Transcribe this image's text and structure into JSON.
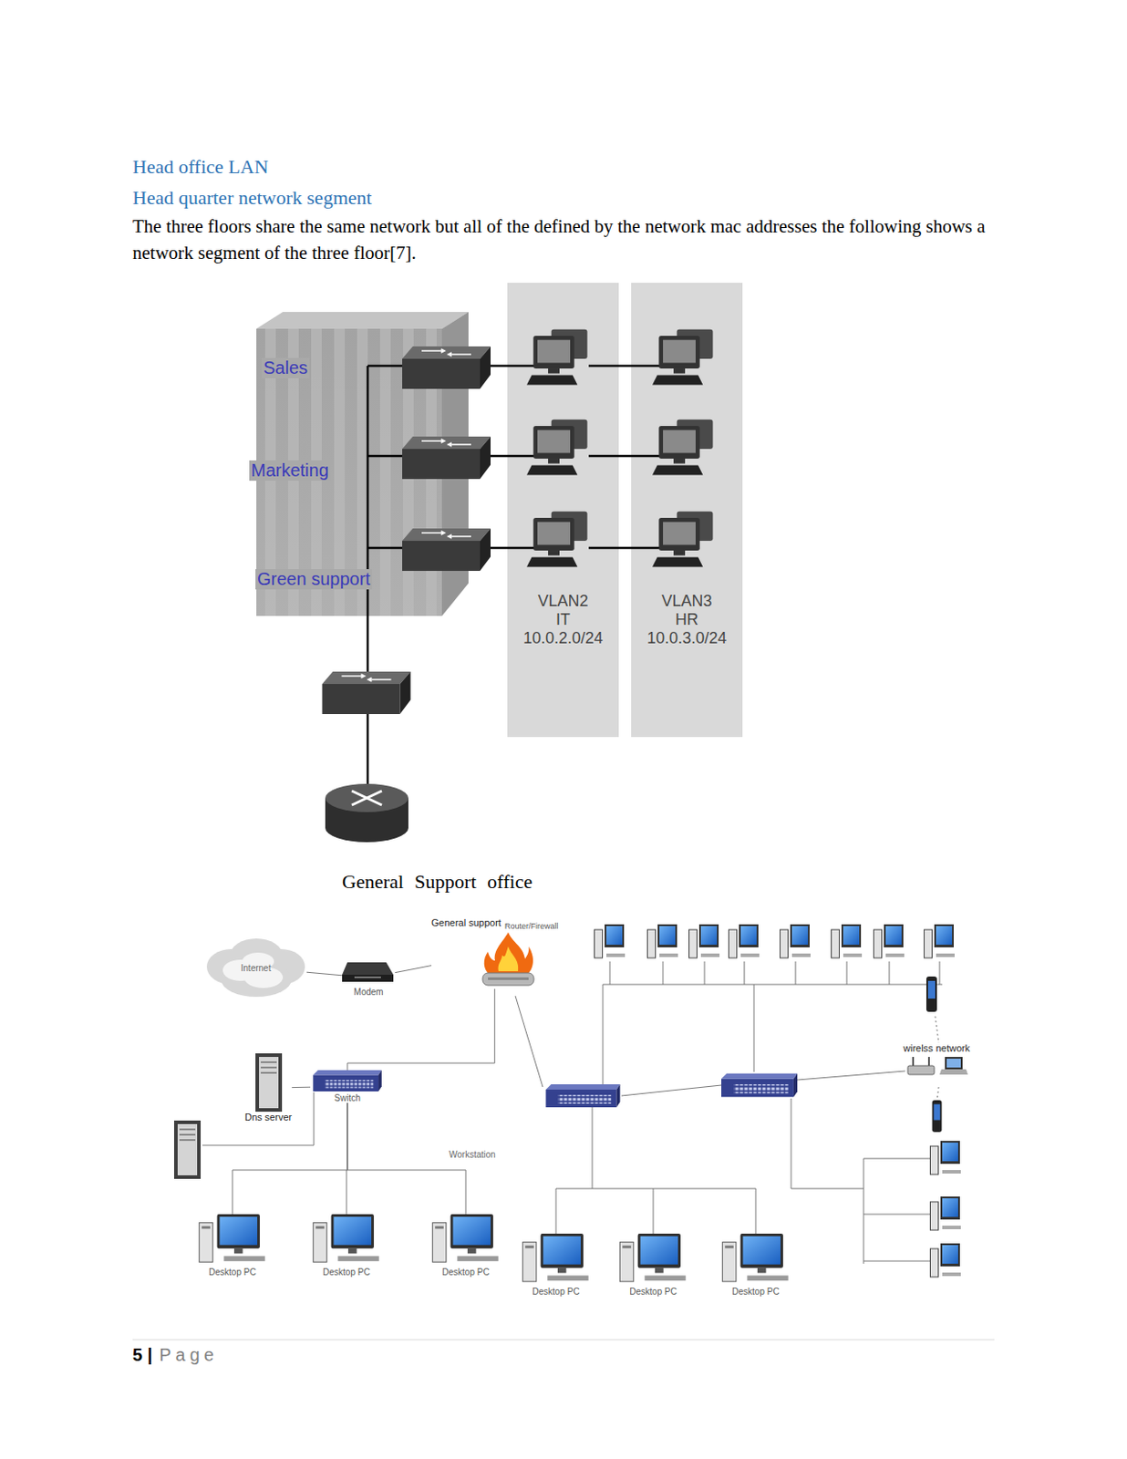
{
  "diagram": {
    "title": "Head office LAN",
    "nodes": [
      {
        "text": [
          "Sales"
        ]
      },
      {
        "text": [
          "Marketing"
        ]
      },
      {
        "text": [
          "Green support"
        ]
      },
      {
        "text": [
          "VLAN2",
          "IT",
          "10.0.2.0/24"
        ]
      },
      {
        "text": [
          "VLAN3",
          "HR",
          "10.0.3.0/24"
        ]
      },
      {
        "text": [
          "Internet"
        ]
      },
      {
        "text": [
          "Modem"
        ]
      },
      {
        "text": [
          "General support",
          "Router/Firewall"
        ]
      },
      {
        "text": [
          "Switch"
        ]
      },
      {
        "text": [
          "Dns server"
        ]
      },
      {
        "text": [
          "wirelss network"
        ]
      },
      {
        "text": [
          "Desktop PC"
        ]
      },
      {
        "text": [
          "Desktop PC"
        ]
      },
      {
        "text": [
          "Desktop PC"
        ]
      },
      {
        "text": [
          "Desktop PC"
        ]
      },
      {
        "text": [
          "Desktop PC"
        ]
      },
      {
        "text": [
          "Desktop PC"
        ]
      }
    ],
    "edges": [
      {
        "from": 5,
        "to": 6,
        "arrow": "none"
      },
      {
        "from": 6,
        "to": 7,
        "arrow": "none"
      },
      {
        "from": 7,
        "to": 8,
        "arrow": "none"
      },
      {
        "from": 8,
        "to": 9,
        "arrow": "none"
      },
      {
        "from": 8,
        "to": 11,
        "arrow": "none"
      },
      {
        "from": 8,
        "to": 12,
        "arrow": "none"
      },
      {
        "from": 8,
        "to": 13,
        "arrow": "none"
      }
    ],
    "labels": [
      "Head quarter network segment",
      "The three floors share the same network but all of the defined by the network mac addresses the following shows a network segment of the three floor[7].",
      "General Support office",
      "Workstation",
      "5 |",
      "Page"
    ]
  }
}
